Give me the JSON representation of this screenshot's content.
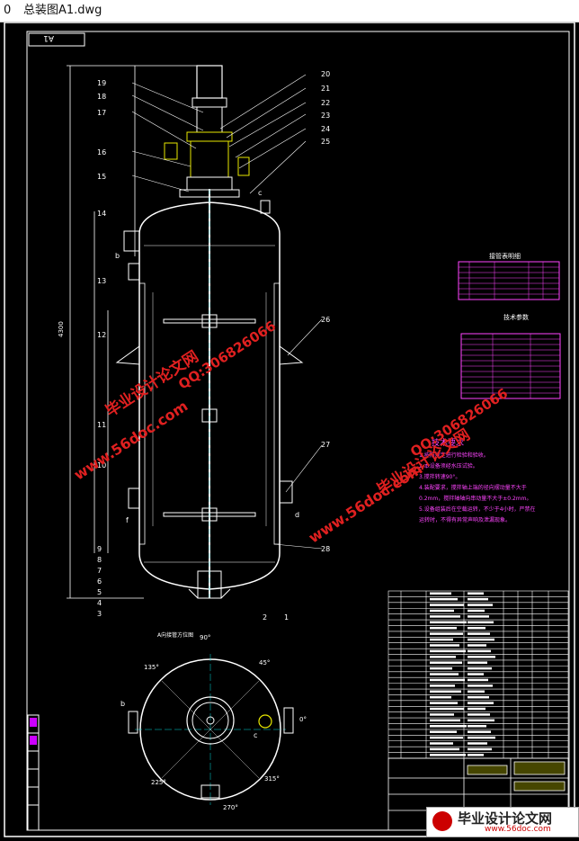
{
  "window": {
    "prefix": "0",
    "title": "总装图A1.dwg"
  },
  "colors": {
    "frame": "#ffffff",
    "cyan": "#00d8d8",
    "yellow": "#e8e800",
    "magenta": "#ff44ff",
    "red": "#ff3030",
    "green": "#30e030",
    "wm_red": "#e02020"
  },
  "view_label": "A1",
  "section_label": "A向接管方位图",
  "angles": [
    "90°",
    "135°",
    "45°",
    "225°",
    "315°",
    "270°",
    "0°"
  ],
  "nozzle_letters": [
    "b",
    "c",
    "d",
    "f"
  ],
  "part_numbers": {
    "right": [
      "20",
      "21",
      "22",
      "23",
      "24",
      "25",
      "26",
      "27",
      "28"
    ],
    "left": [
      "19",
      "18",
      "17",
      "16",
      "15",
      "14",
      "13",
      "12",
      "11",
      "10",
      "9",
      "8",
      "7",
      "6",
      "5",
      "4",
      "3"
    ],
    "bottom": [
      "1",
      "2"
    ]
  },
  "tables": {
    "nozzle_title": "接管表明细",
    "tech_title": "技术参数"
  },
  "tech_requirements": {
    "title": "技术要求",
    "lines": [
      "1.按照规定进行检验和验收。",
      "2.本设备须经水压试验。",
      "3.搅拌转速90°。",
      "4.装配要求，搅拌轴上端的径向摆动量不大于",
      "0.2mm，搅拌轴轴向串动量不大于±0.2mm。",
      "5.设备组装后在空载运转，不少于4小时，严禁在",
      "运转时，不得有异常声响及泄漏现象。"
    ]
  },
  "watermarks": {
    "site": "www.56doc.com",
    "brand": "毕业设计论文网",
    "qq": "QQ:306826066",
    "logo_cn": "毕业设计论文网",
    "logo_url": "www.56doc.com"
  }
}
